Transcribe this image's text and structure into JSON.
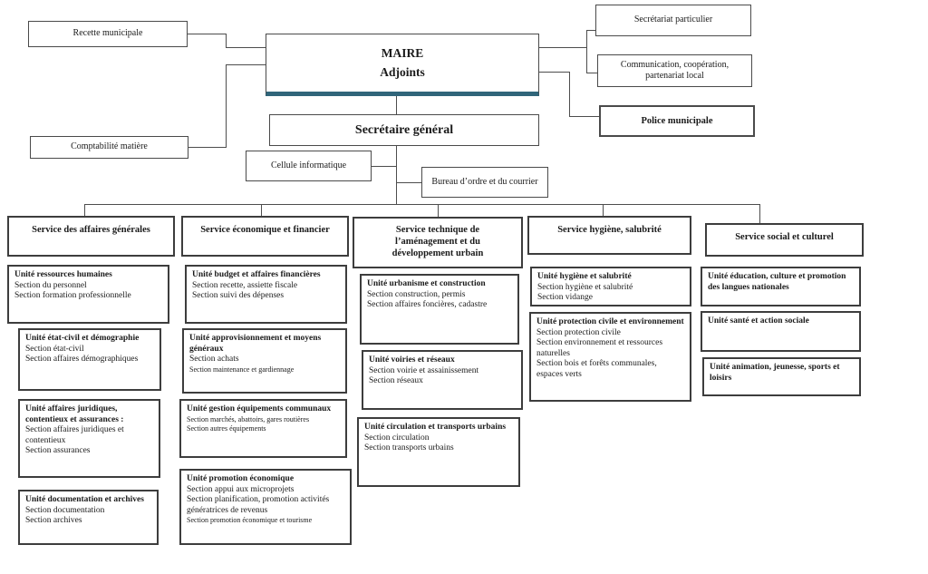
{
  "colors": {
    "accent_bar": "#30657a",
    "box_border": "#3d3d3d",
    "connector_line": "#4d4d4d",
    "text": "#1a1a1a",
    "background": "#ffffff"
  },
  "top_nodes": {
    "recette": "Recette municipale",
    "comptabilite": "Comptabilité matière",
    "maire_line1": "MAIRE",
    "maire_line2": "Adjoints",
    "secretariat": "Secrétariat particulier",
    "communication_line1": "Communication, coopération,",
    "communication_line2": "partenariat local",
    "police": "Police municipale",
    "secretaire_general": "Secrétaire général",
    "cellule": "Cellule informatique",
    "bureau": "Bureau d’ordre et du courrier"
  },
  "services": [
    {
      "title": "Service des affaires générales",
      "units": [
        {
          "title": "Unité ressources humaines",
          "sections": [
            "Section du personnel",
            "Section formation professionnelle"
          ]
        },
        {
          "title": "Unité état-civil et démographie",
          "sections": [
            "Section état-civil",
            "Section affaires démographiques"
          ]
        },
        {
          "title": "Unité affaires juridiques, contentieux et assurances :",
          "sections": [
            "Section affaires juridiques et contentieux",
            "Section assurances"
          ]
        },
        {
          "title": "Unité documentation et archives",
          "sections": [
            "Section documentation",
            "Section archives"
          ]
        }
      ]
    },
    {
      "title": "Service économique et financier",
      "units": [
        {
          "title": "Unité budget et affaires financières",
          "sections": [
            "Section recette, assiette fiscale",
            "Section suivi des dépenses"
          ]
        },
        {
          "title": "Unité approvisionnement et moyens généraux",
          "sections": [
            "Section achats",
            "Section maintenance et gardiennage"
          ]
        },
        {
          "title": "Unité gestion équipements communaux",
          "sections": [
            "Section marchés, abattoirs, gares routières",
            "Section autres équipements"
          ]
        },
        {
          "title": "Unité promotion économique",
          "sections": [
            "Section appui aux microprojets",
            "Section planification, promotion activités génératrices de revenus",
            "Section promotion économique et tourisme"
          ]
        }
      ]
    },
    {
      "title": "Service technique de l’aménagement et du développement urbain",
      "units": [
        {
          "title": "Unité urbanisme et construction",
          "sections": [
            "Section construction, permis",
            "Section affaires foncières, cadastre"
          ]
        },
        {
          "title": "Unité voiries et réseaux",
          "sections": [
            "Section voirie et assainissement",
            "Section réseaux"
          ]
        },
        {
          "title": "Unité circulation et transports urbains",
          "sections": [
            "Section circulation",
            "Section transports urbains"
          ]
        }
      ]
    },
    {
      "title": "Service hygiène, salubrité",
      "units": [
        {
          "title": "Unité hygiène et salubrité",
          "sections": [
            "Section hygiène et salubrité",
            "Section vidange"
          ]
        },
        {
          "title": "Unité protection civile et environnement",
          "sections": [
            "Section protection civile",
            "Section environnement et ressources naturelles",
            "Section bois et forêts communales, espaces verts"
          ]
        }
      ]
    },
    {
      "title": "Service social et culturel",
      "units": [
        {
          "title": "Unité éducation, culture et promotion des langues nationales",
          "sections": []
        },
        {
          "title": "Unité santé et action sociale",
          "sections": []
        },
        {
          "title": "Unité animation, jeunesse, sports et loisirs",
          "sections": []
        }
      ]
    }
  ]
}
